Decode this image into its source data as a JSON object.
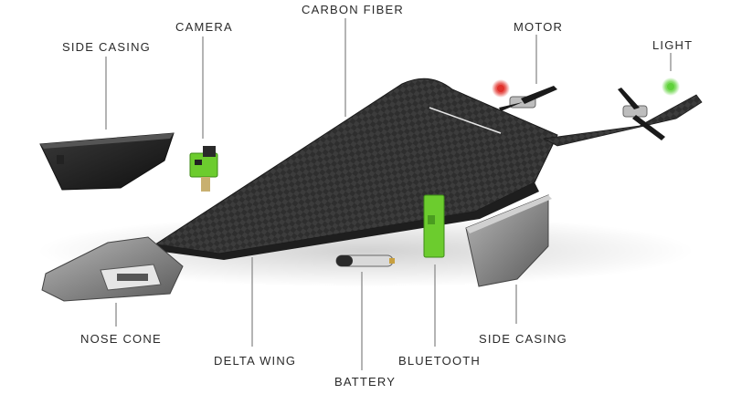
{
  "labels": {
    "side_casing_top": "SIDE CASING",
    "camera": "CAMERA",
    "carbon_fiber": "CARBON FIBER",
    "motor": "MOTOR",
    "light": "LIGHT",
    "nose_cone": "NOSE CONE",
    "delta_wing": "DELTA WING",
    "battery": "BATTERY",
    "bluetooth": "BLUETOOTH",
    "side_casing_bottom": "SIDE CASING"
  },
  "colors": {
    "leader_line": "#9a9a9a",
    "carbon_dark": "#2b2b2b",
    "casing_grey": "#8a8a8a",
    "accent_green": "#6ccc2e",
    "light_red": "#e0302a",
    "light_green": "#5fd13a"
  }
}
